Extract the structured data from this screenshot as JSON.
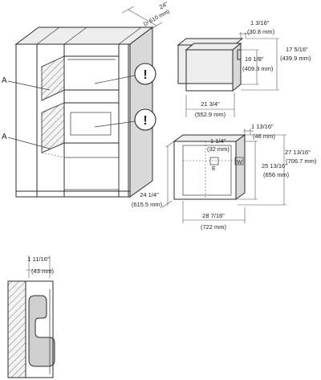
{
  "cabinet": {
    "depth_in": "24\"",
    "depth_mm": "(≥ 610 mm)",
    "label_a1": "A",
    "label_a2": "A",
    "warning1": "!",
    "warning2": "!"
  },
  "niche_top": {
    "d1_in": "1 3/16\"",
    "d1_mm": "(30.8 mm)",
    "d2_in": "16 1/8\"",
    "d2_mm": "(409.3 mm)",
    "d3_in": "17 5/16\"",
    "d3_mm": "(439.9 mm)",
    "d4_in": "21 3/4\"",
    "d4_mm": "(552.9 mm)"
  },
  "oven_front": {
    "side_in": "1 13/16\"",
    "side_mm": "(46 mm)",
    "inner_in": "1 1/4\"",
    "inner_mm": "(32 mm)",
    "mark_e": "E",
    "mark_w": "W",
    "h1_in": "25 13/16\"",
    "h1_mm": "(656 mm)",
    "h2_in": "27 13/16\"",
    "h2_mm": "(706.7 mm)",
    "depth_in": "24 1/4\"",
    "depth_mm": "(615.5 mm)",
    "width_in": "28 7/16\"",
    "width_mm": "(722 mm)"
  },
  "detail": {
    "gap_in": "1 11/16\"",
    "gap_mm": "(43 mm)"
  }
}
